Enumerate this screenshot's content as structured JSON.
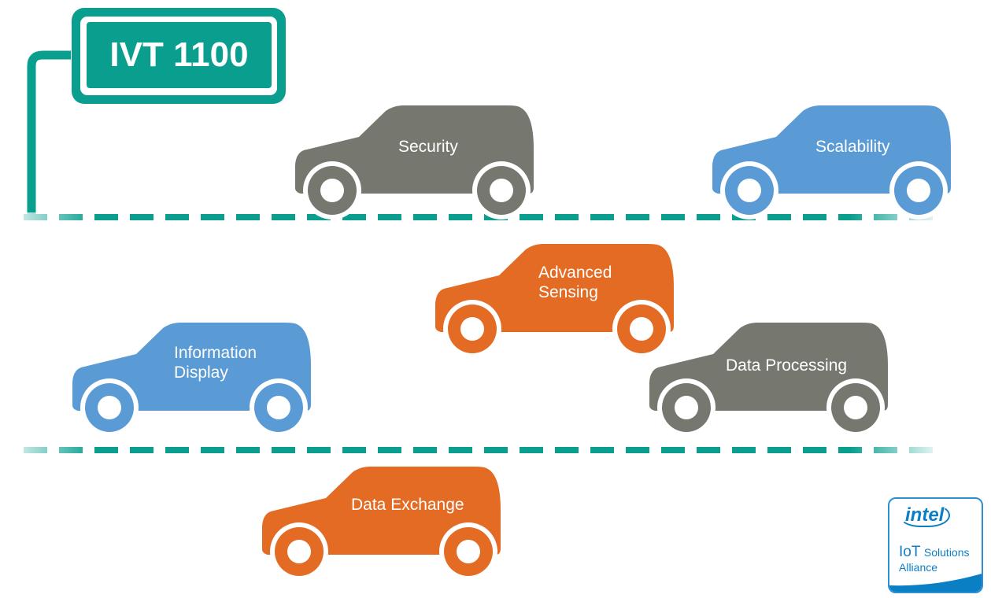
{
  "sign": {
    "text": "IVT 1100"
  },
  "colors": {
    "teal": "#0a9e8e",
    "gray": "#76776f",
    "blue": "#5b9bd5",
    "orange": "#e36b24",
    "intel_blue": "#0b7fc4"
  },
  "cars": [
    {
      "id": "security",
      "label": "Security",
      "color": "gray"
    },
    {
      "id": "scalability",
      "label": "Scalability",
      "color": "blue"
    },
    {
      "id": "advanced-sensing",
      "label": "Advanced\nSensing",
      "color": "orange"
    },
    {
      "id": "information-display",
      "label": "Information\nDisplay",
      "color": "blue"
    },
    {
      "id": "data-processing",
      "label": "Data Processing",
      "color": "gray"
    },
    {
      "id": "data-exchange",
      "label": "Data Exchange",
      "color": "orange"
    }
  ],
  "logo": {
    "brand": "intel",
    "product_iot": "IoT",
    "product_solutions": "Solutions",
    "product_alliance": "Alliance"
  }
}
